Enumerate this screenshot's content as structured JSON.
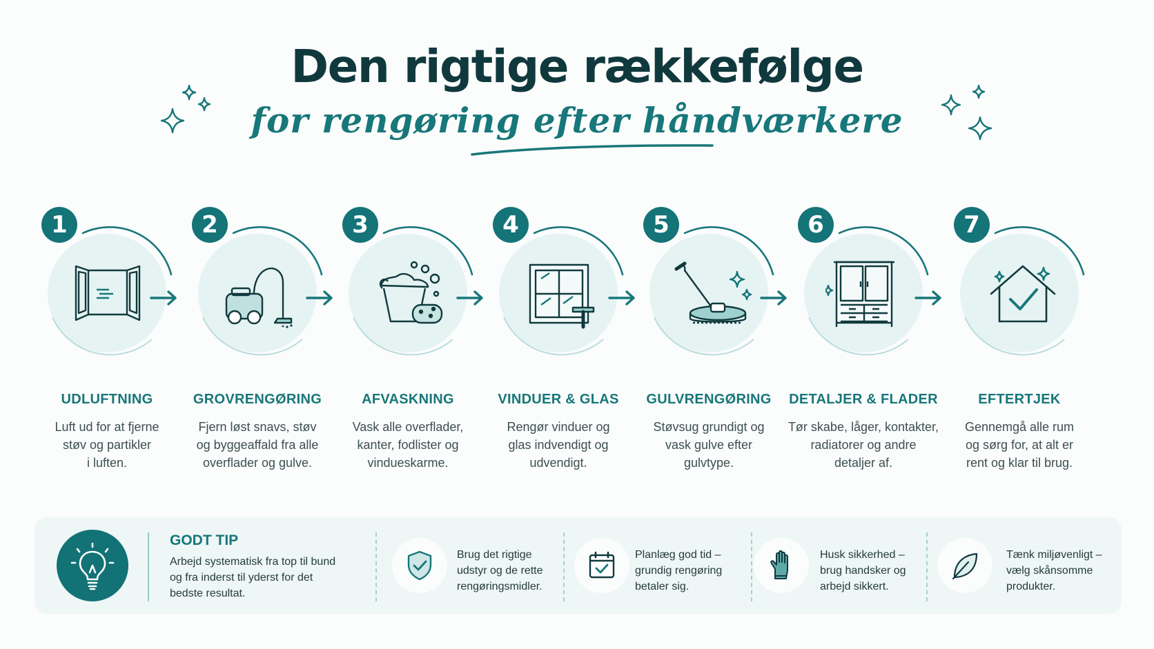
{
  "header": {
    "title": "Den rigtige rækkefølge",
    "subtitle": "for rengøring efter håndværkere"
  },
  "colors": {
    "accent": "#17777a",
    "dark": "#10393d",
    "disc": "#e6f3f3"
  },
  "steps": [
    {
      "number": "1",
      "title": "UDLUFTNING",
      "lines": [
        "Luft ud for at fjerne",
        "støv og partikler",
        "i luften."
      ],
      "icon": "window-icon"
    },
    {
      "number": "2",
      "title": "GROVRENGØRING",
      "lines": [
        "Fjern løst snavs, støv",
        "og byggeaffald fra alle",
        "overflader og gulve."
      ],
      "icon": "vacuum-icon"
    },
    {
      "number": "3",
      "title": "AFVASKNING",
      "lines": [
        "Vask alle overflader,",
        "kanter, fodlister og",
        "vindueskarme."
      ],
      "icon": "bucket-icon"
    },
    {
      "number": "4",
      "title": "VINDUER & GLAS",
      "lines": [
        "Rengør vinduer og",
        "glas indvendigt og",
        "udvendigt."
      ],
      "icon": "window-squeegee-icon"
    },
    {
      "number": "5",
      "title": "GULVRENGØRING",
      "lines": [
        "Støvsug grundigt og",
        "vask gulve efter",
        "gulvtype."
      ],
      "icon": "floor-polisher-icon"
    },
    {
      "number": "6",
      "title": "DETALJER & FLADER",
      "lines": [
        "Tør skabe, låger, kontakter,",
        "radiatorer og andre",
        "detaljer af."
      ],
      "icon": "cabinet-icon"
    },
    {
      "number": "7",
      "title": "EFTERTJEK",
      "lines": [
        "Gennemgå alle rum",
        "og sørg for, at alt er",
        "rent og klar til brug."
      ],
      "icon": "house-check-icon"
    }
  ],
  "tip": {
    "title": "GODT TIP",
    "lines": [
      "Arbejd systematisk fra top til bund",
      "og fra inderst til yderst for det",
      "bedste resultat."
    ],
    "items": [
      {
        "icon": "shield-check-icon",
        "lines": [
          "Brug det rigtige",
          "udstyr og de rette",
          "rengøringsmidler."
        ]
      },
      {
        "icon": "calendar-check-icon",
        "lines": [
          "Planlæg god tid –",
          "grundig rengøring",
          "betaler sig."
        ]
      },
      {
        "icon": "glove-icon",
        "lines": [
          "Husk sikkerhed –",
          "brug handsker og",
          "arbejd sikkert."
        ]
      },
      {
        "icon": "leaf-icon",
        "lines": [
          "Tænk miljøvenligt –",
          "vælg skånsomme",
          "produkter."
        ]
      }
    ]
  }
}
